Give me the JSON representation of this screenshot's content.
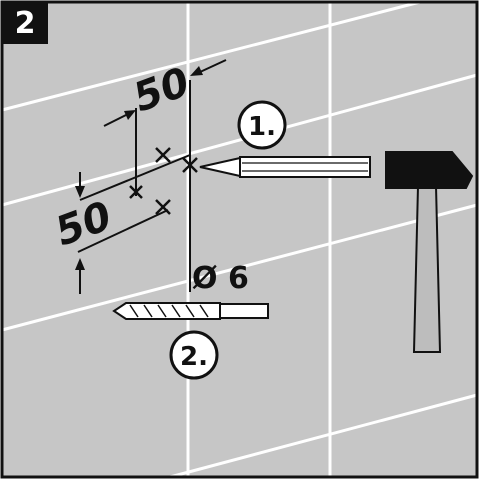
{
  "panel": {
    "step_number": "2"
  },
  "dimensions": {
    "horizontal_spacing": "50",
    "vertical_spacing": "50",
    "drill_diameter": "Ø 6"
  },
  "steps": {
    "step_1": "1.",
    "step_2": "2."
  },
  "colors": {
    "tile_background": "#c6c6c6",
    "ink": "#111111",
    "grout": "#ffffff",
    "badge": "#111111"
  },
  "icons": {
    "marking_tool": "center-punch-icon",
    "hammer": "hammer-icon",
    "drill_bit": "drill-bit-icon"
  }
}
